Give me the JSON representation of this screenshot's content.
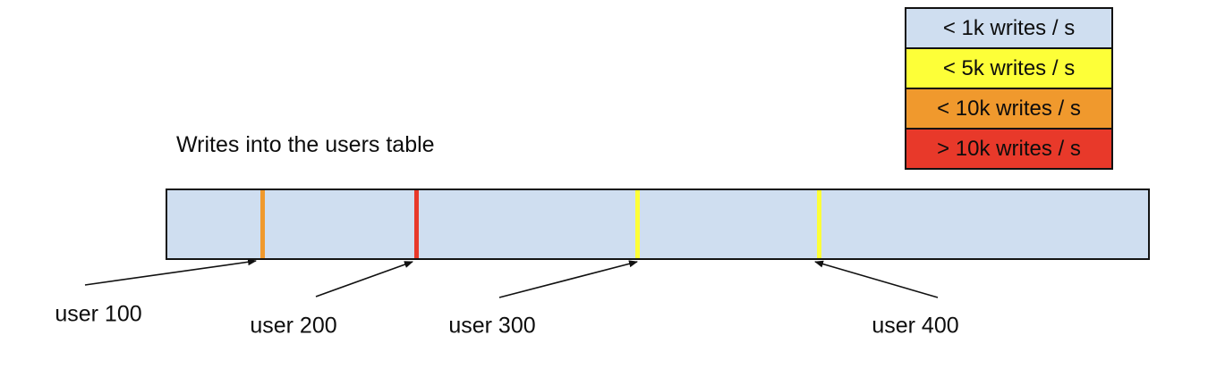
{
  "title": "Writes into the users table",
  "legend": {
    "items": [
      {
        "label": "< 1k writes / s",
        "color": "#cfdef0"
      },
      {
        "label": "< 5k writes / s",
        "color": "#fdff38"
      },
      {
        "label": "< 10k writes / s",
        "color": "#f0992d"
      },
      {
        "label": "> 10k writes / s",
        "color": "#e8392a"
      }
    ]
  },
  "bar": {
    "fill": "#cfdef0",
    "border_color": "#141414"
  },
  "markers": [
    {
      "label": "user 100",
      "rate_category": "< 10k writes / s",
      "color": "#f0992d",
      "position_fraction": 0.097
    },
    {
      "label": "user 200",
      "rate_category": "> 10k writes / s",
      "color": "#e8392a",
      "position_fraction": 0.253
    },
    {
      "label": "user 300",
      "rate_category": "< 5k writes / s",
      "color": "#fdff38",
      "position_fraction": 0.478
    },
    {
      "label": "user 400",
      "rate_category": "< 5k writes / s",
      "color": "#fdff38",
      "position_fraction": 0.662
    }
  ]
}
